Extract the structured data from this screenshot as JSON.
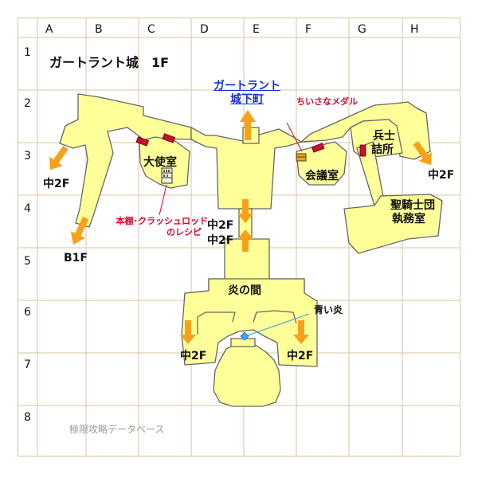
{
  "map": {
    "title": "ガートラント城　1F",
    "columns": [
      "A",
      "B",
      "C",
      "D",
      "E",
      "F",
      "G",
      "H"
    ],
    "rows": [
      "1",
      "2",
      "3",
      "4",
      "5",
      "6",
      "7",
      "8"
    ],
    "town_link_line1": "ガートラント",
    "town_link_line2": "城下町",
    "rooms": {
      "ambassador": "大使室",
      "conference": "会議室",
      "barracks_line1": "兵士",
      "barracks_line2": "詰所",
      "paladin_line1": "聖騎士団",
      "paladin_line2": "執務室",
      "flame_hall": "炎の間"
    },
    "exits": {
      "mid2f_west": "中2F",
      "b1f": "B1F",
      "mid2f_center_top": "中2F",
      "mid2f_center_bottom": "中2F",
      "mid2f_east": "中2F",
      "mid2f_sw": "中2F",
      "mid2f_se": "中2F"
    },
    "items": {
      "bookshelf_line1": "本棚･クラッシュロッド",
      "bookshelf_line2": "のレシピ",
      "small_medal": "ちいさなメダル"
    },
    "blue_flame": "青い炎",
    "watermark": "極限攻略データベース",
    "colors": {
      "floor": "#ffff99",
      "wall": "#666666",
      "grid": "#d9c5a0",
      "arrow": "#f7a11a",
      "door": "#c8102e",
      "link": "#1a2fd6",
      "item_text": "#e8002a"
    }
  }
}
